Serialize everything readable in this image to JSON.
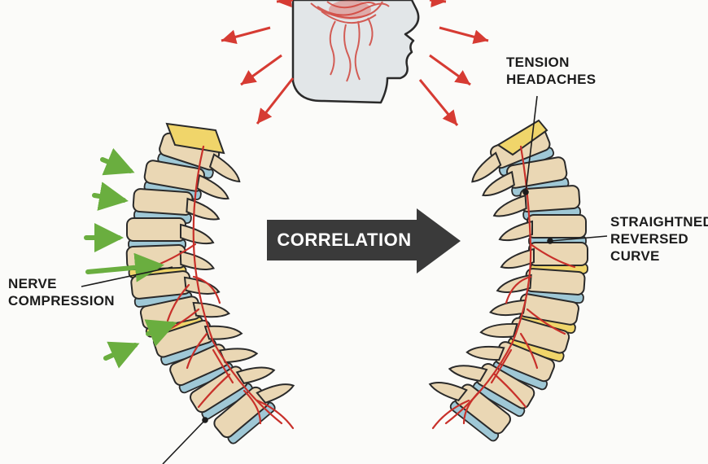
{
  "arrow": {
    "label": "CORRELATION"
  },
  "labels": {
    "tension_line1": "TENSION",
    "tension_line2": "HEADACHES",
    "curve_line1": "STRAIGHTNED/",
    "curve_line2": "REVERSED",
    "curve_line3": "CURVE",
    "nerve_line1": "NERVE",
    "nerve_line2": "COMPRESSION"
  },
  "colors": {
    "bone": "#ead7b4",
    "disc_healthy": "#9fc8d6",
    "disc_inflamed": "#f0d56a",
    "nerve": "#c8302a",
    "pain_arrow": "#d63b33",
    "pressure_arrow": "#6aae3f",
    "correlation_arrow": "#3a3a3a",
    "head": "#e2e6e8"
  },
  "icons": [
    "head-pain-icon",
    "pain-radiation-arrow",
    "pressure-arrow",
    "spine-illustration",
    "correlation-arrow"
  ]
}
